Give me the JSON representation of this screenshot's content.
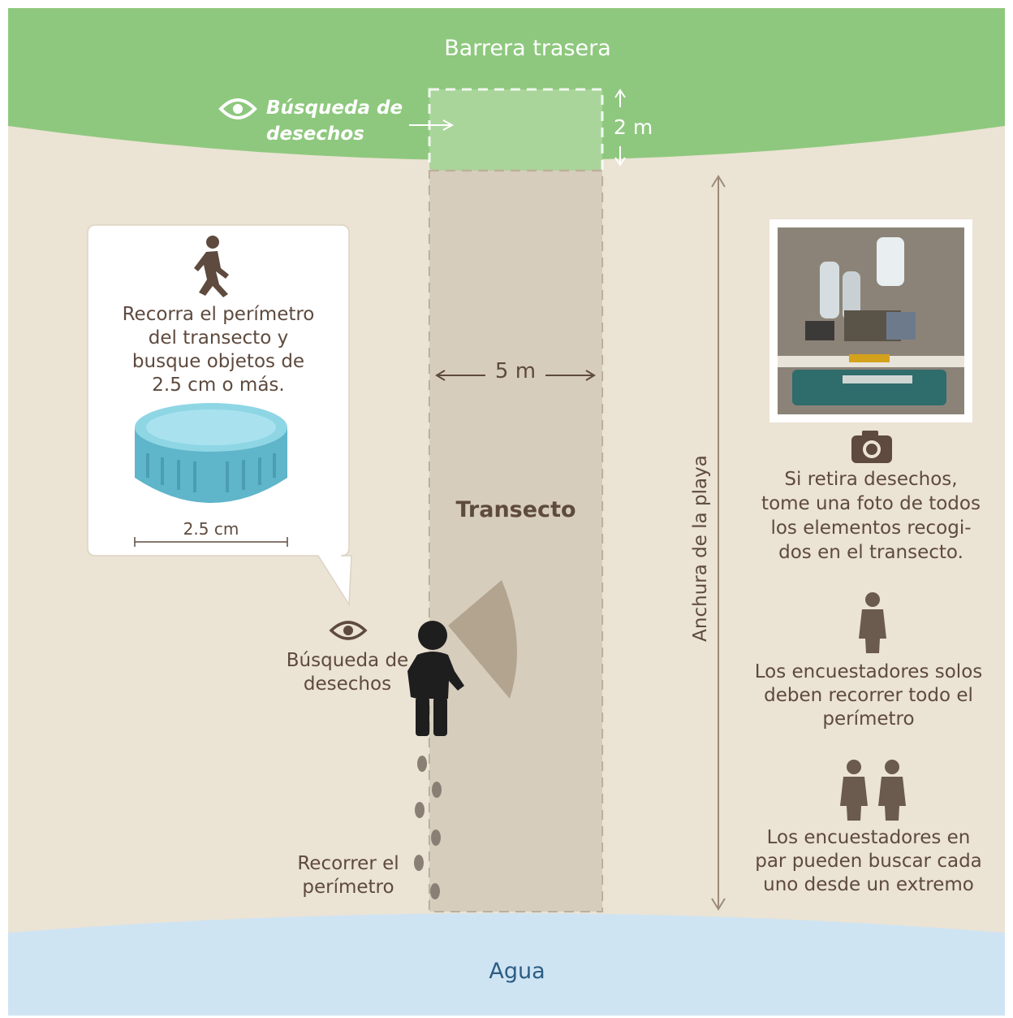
{
  "labels": {
    "back_barrier": "Barrera trasera",
    "debris_search_top_line1": "Búsqueda de",
    "debris_search_top_line2": "desechos",
    "two_m": "2 m",
    "five_m": "5 m",
    "transect": "Transecto",
    "beach_width": "Anchura de la playa",
    "water": "Agua",
    "debris_search_line1": "Búsqueda de",
    "debris_search_line2": "desechos",
    "walk_perimeter_line1": "Recorrer el",
    "walk_perimeter_line2": "perímetro"
  },
  "callout": {
    "lines": [
      "Recorra el perímetro",
      "del transecto y",
      "busque objetos de",
      "2.5 cm o más."
    ],
    "cap_size": "2.5 cm"
  },
  "right_panel": {
    "photo_note": [
      "Si retira desechos,",
      "tome una foto de todos",
      "los elementos recogi-",
      "dos en el transecto."
    ],
    "solo_note": [
      "Los encuestadores solos",
      "deben recorrer todo el",
      "perímetro"
    ],
    "pair_note": [
      "Los encuestadores en",
      "par pueden buscar cada",
      "uno desde un extremo"
    ]
  },
  "colors": {
    "green": "#8ec87e",
    "sand": "#ebe3d4",
    "transect_fill": "#d7cdbd",
    "water": "#cfe4f3",
    "text_brown": "#5e4a3e",
    "water_text": "#2c5d84",
    "cap_blue": "#6fc3d6"
  },
  "icons": [
    "eye-icon",
    "walking-person-icon",
    "camera-icon",
    "person-icon",
    "two-persons-icon",
    "footprint-icon",
    "bottle-cap-icon",
    "debris-photo"
  ]
}
